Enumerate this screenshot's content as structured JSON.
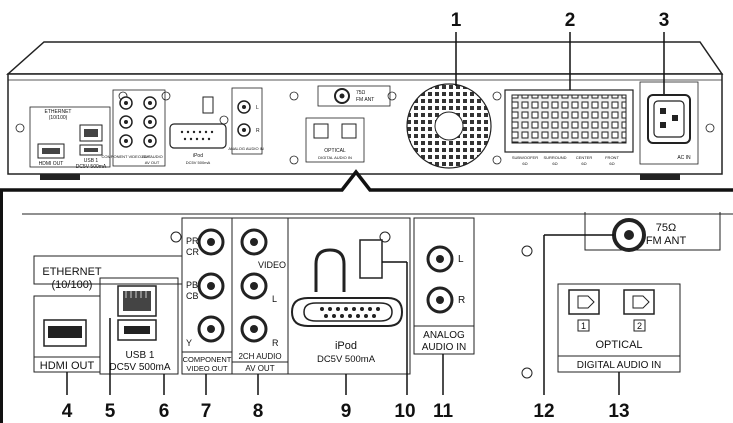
{
  "callouts": {
    "c1": "1",
    "c2": "2",
    "c3": "3",
    "c4": "4",
    "c5": "5",
    "c6": "6",
    "c7": "7",
    "c8": "8",
    "c9": "9",
    "c10": "10",
    "c11": "11",
    "c12": "12",
    "c13": "13"
  },
  "overview": {
    "ethernet": "ETHERNET",
    "ethernet_speed": "(10/100)",
    "hdmi_out": "HDMI OUT",
    "usb": "USB 1",
    "usb_power": "DC5V 500mA",
    "component_video_out": "COMPONENT VIDEO OUT",
    "two_ch_audio": "2CH AUDIO",
    "av_out": "AV OUT",
    "video": "VIDEO",
    "l": "L",
    "r": "R",
    "ipod": "iPod",
    "ipod_power": "DC5V 500mA",
    "analog_audio_in": "ANALOG AUDIO IN",
    "fm_ant_ohm": "75Ω",
    "fm_ant": "FM ANT",
    "optical": "OPTICAL",
    "digital_audio_in": "DIGITAL AUDIO IN",
    "subwoofer": "SUBWOOFER",
    "surround": "SURROUND",
    "center": "CENTER",
    "front": "FRONT",
    "six_ohm": "6Ω",
    "ac_in": "AC IN"
  },
  "detail": {
    "ethernet": "ETHERNET",
    "ethernet_speed": "(10/100)",
    "hdmi_out": "HDMI OUT",
    "usb": "USB 1",
    "usb_power": "DC5V 500mA",
    "pr": "PR",
    "pr_alt": "CR",
    "pb": "PB",
    "pb_alt": "CB",
    "y": "Y",
    "component_video_out_1": "COMPONENT",
    "component_video_out_2": "VIDEO OUT",
    "video": "VIDEO",
    "l": "L",
    "r": "R",
    "two_ch_audio": "2CH AUDIO",
    "av_out": "AV OUT",
    "ipod": "iPod",
    "ipod_power": "DC5V 500mA",
    "analog_audio_in_1": "ANALOG",
    "analog_audio_in_2": "AUDIO IN",
    "fm_ant_ohm": "75Ω",
    "fm_ant": "FM ANT",
    "optical_1": "1",
    "optical_2": "2",
    "optical": "OPTICAL",
    "digital_audio_in": "DIGITAL AUDIO IN"
  }
}
